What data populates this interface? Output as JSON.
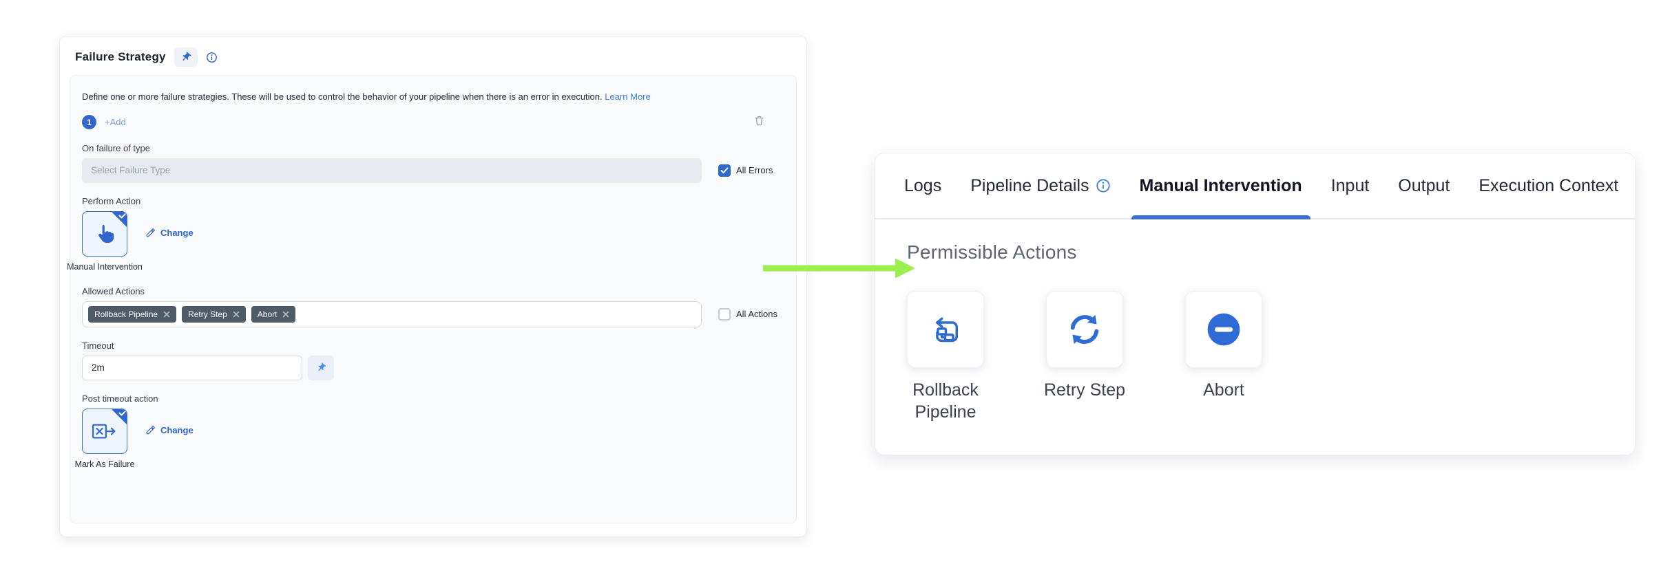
{
  "colors": {
    "accent_blue": "#3166cc",
    "link_blue": "#3e7de2",
    "tag_background": "#4f5a67",
    "arrow_green": "#9cef4f",
    "active_tab_underline": "#3b6fd8"
  },
  "failure_strategy": {
    "title": "Failure Strategy",
    "description": "Define one or more failure strategies. These will be used to control the behavior of your pipeline when there is an error in execution.",
    "learn_more": "Learn More",
    "strategy_number": "1",
    "add_label": "+Add",
    "on_failure_label": "On failure of type",
    "failure_type_placeholder": "Select Failure Type",
    "all_errors_label": "All Errors",
    "all_errors_checked": true,
    "perform_action_label": "Perform Action",
    "perform_action_selected": "Manual Intervention",
    "change_label": "Change",
    "allowed_actions_label": "Allowed Actions",
    "tags": [
      {
        "label": "Rollback Pipeline"
      },
      {
        "label": "Retry Step"
      },
      {
        "label": "Abort"
      }
    ],
    "all_actions_label": "All Actions",
    "all_actions_checked": false,
    "timeout_label": "Timeout",
    "timeout_value": "2m",
    "post_timeout_label": "Post timeout action",
    "post_timeout_selected": "Mark As Failure"
  },
  "execution_panel": {
    "tabs": [
      {
        "label": "Logs"
      },
      {
        "label": "Pipeline Details"
      },
      {
        "label": "Manual Intervention"
      },
      {
        "label": "Input"
      },
      {
        "label": "Output"
      },
      {
        "label": "Execution Context"
      }
    ],
    "active_tab": "Manual Intervention",
    "heading": "Permissible Actions",
    "actions": [
      {
        "label": "Rollback Pipeline",
        "icon": "rollback-pipeline-icon"
      },
      {
        "label": "Retry Step",
        "icon": "retry-step-icon"
      },
      {
        "label": "Abort",
        "icon": "abort-icon"
      }
    ]
  }
}
